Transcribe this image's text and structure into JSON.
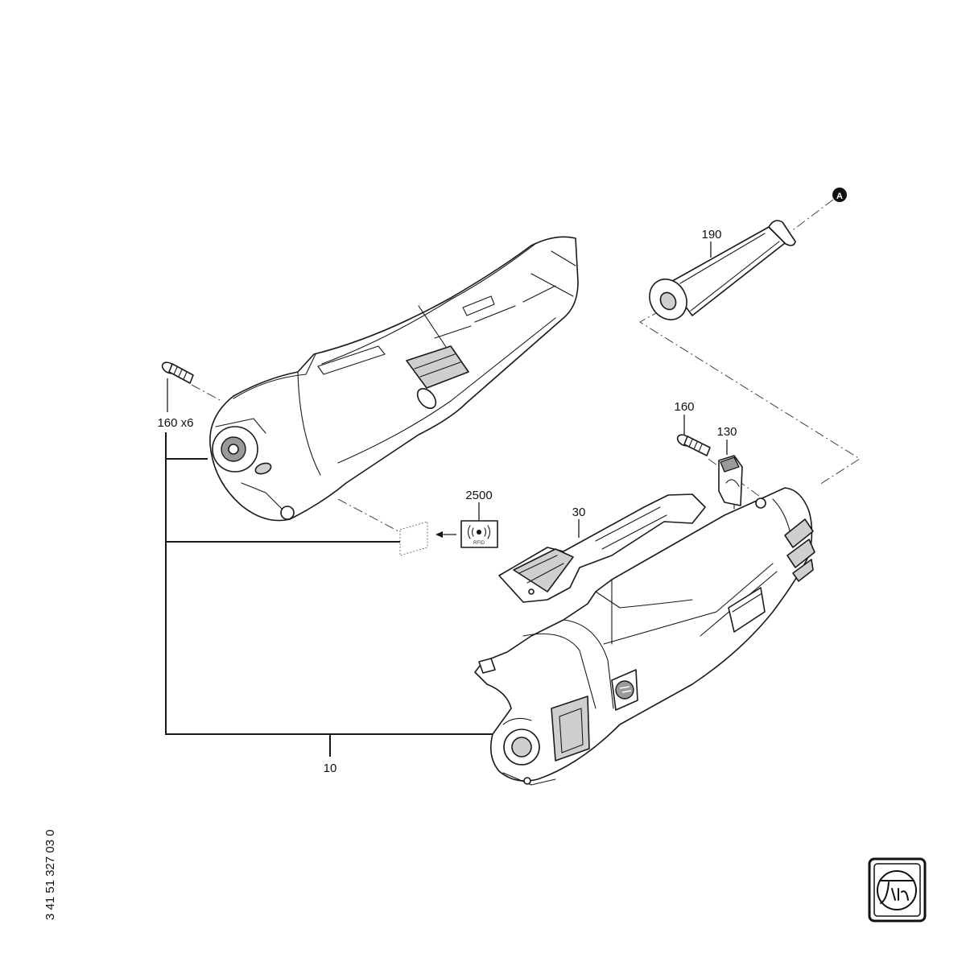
{
  "drawing": {
    "document_number": "3 41 51 327 03 0",
    "reference_marker": "A",
    "rfid_text": "RFID"
  },
  "callouts": {
    "boot": "190",
    "screws_left": "160 x6",
    "screw_right": "160",
    "clip": "130",
    "rfid_tag": "2500",
    "switch_slider": "30",
    "housing": "10"
  },
  "colors": {
    "line": "#1a1a1a",
    "part_fill": "#cfcfcf",
    "background": "#ffffff"
  }
}
